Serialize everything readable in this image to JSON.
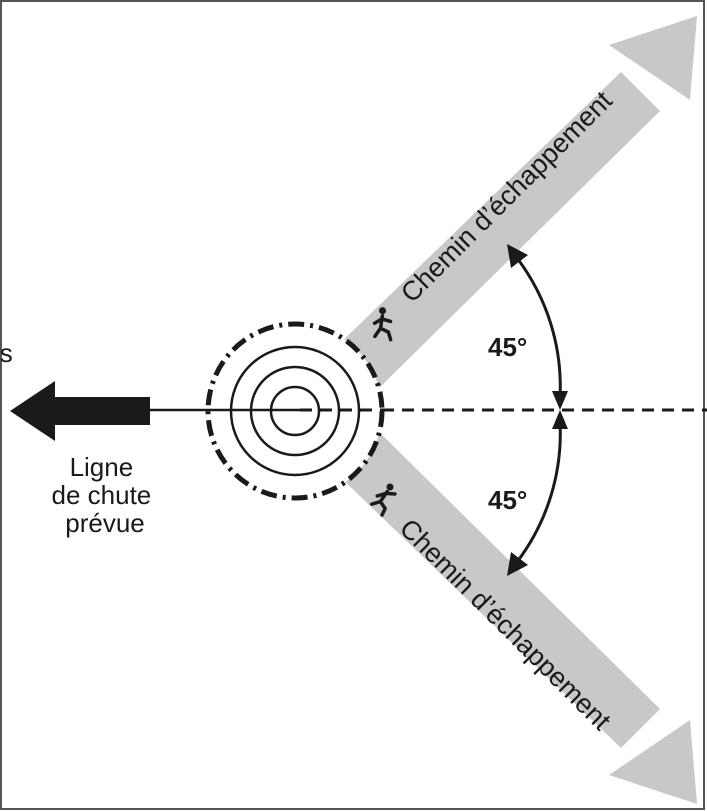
{
  "labels": {
    "escape_path_upper": "Chemin d’échappement",
    "escape_path_lower": "Chemin d’échappement",
    "angle_upper": "45°",
    "angle_lower": "45°",
    "cut_off_left": "ls",
    "fall_line": [
      "Ligne",
      "de chute",
      "prévue"
    ]
  },
  "colors": {
    "escape_path_fill": "#c8c8c8",
    "ink": "#1a1a1a",
    "frame": "#555555"
  },
  "icons": {
    "upper_path": "running-person-icon",
    "lower_path": "running-person-icon"
  }
}
